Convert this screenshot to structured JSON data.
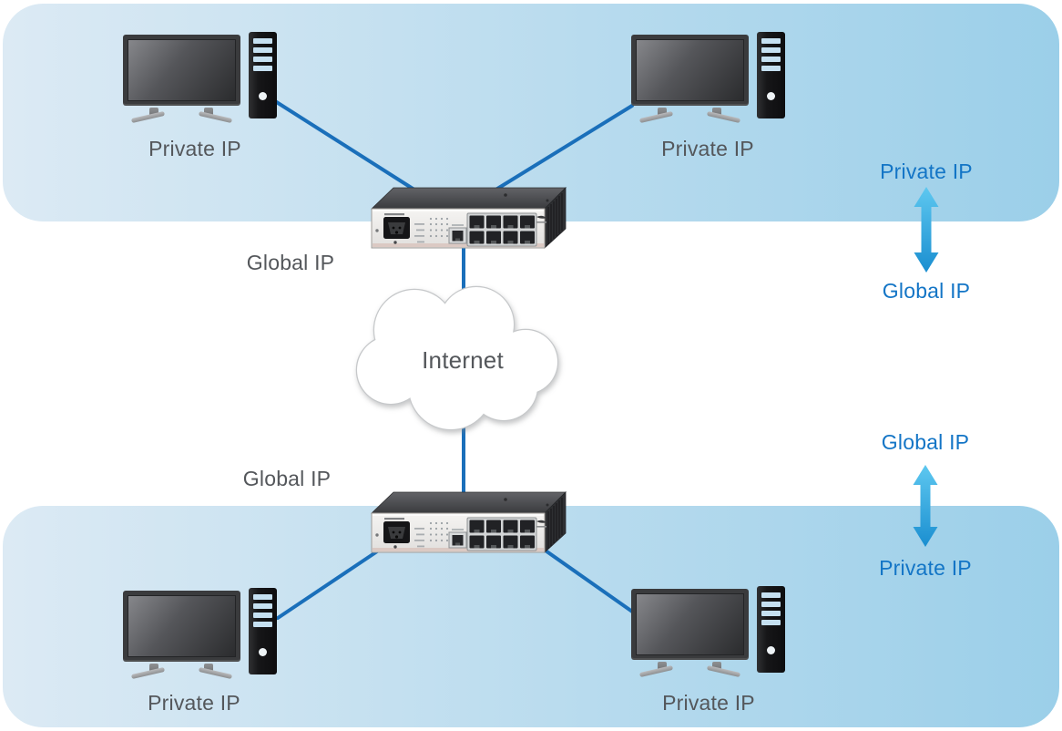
{
  "labels": {
    "internet": "Internet",
    "top_site": {
      "pc_left": "Private IP",
      "pc_right": "Private IP",
      "router": "Global IP",
      "nat_inside": "Private IP",
      "nat_outside": "Global IP"
    },
    "bottom_site": {
      "pc_left": "Private IP",
      "pc_right": "Private IP",
      "router": "Global IP",
      "nat_outside": "Global IP",
      "nat_inside": "Private IP"
    }
  },
  "icons": {
    "computer": "desktop-computer-icon",
    "router": "router-switch-icon",
    "cloud": "internet-cloud-icon",
    "nat_arrow": "bidirectional-arrow-icon"
  },
  "colors": {
    "band_start": "#dceaf4",
    "band_end": "#9bcfe9",
    "line": "#1a6fba",
    "label_gray": "#54575b",
    "label_blue": "#1375c6",
    "arrow_top": "#5ec8f0",
    "arrow_bottom": "#1a8ed0",
    "slot": "#c5e0f1"
  }
}
